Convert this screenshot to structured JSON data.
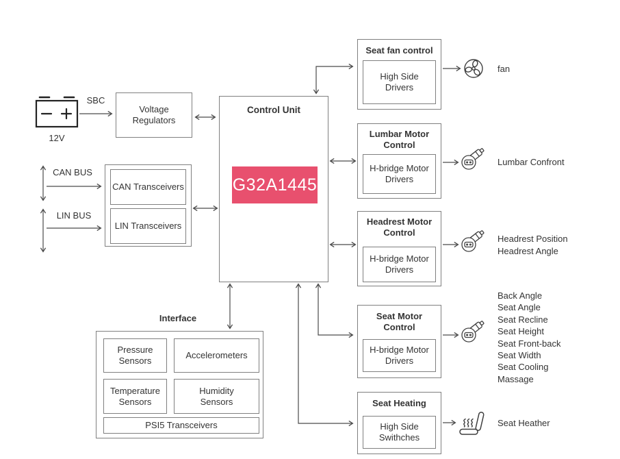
{
  "colors": {
    "chip_bg": "#e8506e",
    "line": "#4a4a4a",
    "box_border": "#7f7f7f"
  },
  "power": {
    "battery_voltage": "12V",
    "sbc": "SBC",
    "voltage_regulators": "Voltage Regulators"
  },
  "bus": {
    "can_bus": "CAN BUS",
    "lin_bus": "LIN BUS",
    "can_transceivers": "CAN Transceivers",
    "lin_transceivers": "LIN Transceivers"
  },
  "control_unit": {
    "title": "Control Unit",
    "chip": "G32A1445"
  },
  "outputs": [
    {
      "title": "Seat fan control",
      "driver": "High Side Drivers",
      "icon": "fan-icon",
      "targets": [
        "fan"
      ]
    },
    {
      "title": "Lumbar Motor Control",
      "driver": "H-bridge Motor Drivers",
      "icon": "motor-icon",
      "targets": [
        "Lumbar Confront"
      ]
    },
    {
      "title": "Headrest Motor Control",
      "driver": "H-bridge Motor Drivers",
      "icon": "motor-icon",
      "targets": [
        "Headrest Position",
        "Headrest Angle"
      ]
    },
    {
      "title": "Seat Motor Control",
      "driver": "H-bridge Motor Drivers",
      "icon": "motor-icon",
      "targets": [
        "Back Angle",
        "Seat Angle",
        "Seat Recline",
        "Seat Height",
        "Seat Front-back",
        "Seat Width",
        "Seat Cooling",
        "Massage"
      ]
    },
    {
      "title": "Seat Heating",
      "driver": "High Side Swithches",
      "icon": "seat-heater-icon",
      "targets": [
        "Seat Heather"
      ]
    }
  ],
  "interface": {
    "title": "Interface",
    "modules": [
      "Pressure Sensors",
      "Accelerometers",
      "Temperature Sensors",
      "Humidity Sensors",
      "PSI5 Transceivers"
    ]
  }
}
